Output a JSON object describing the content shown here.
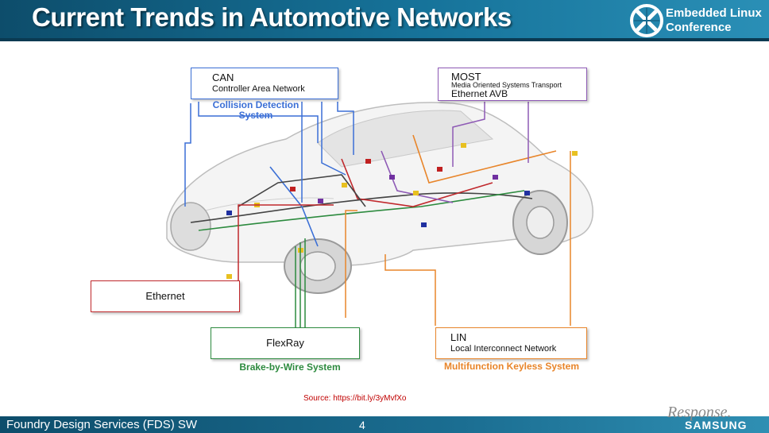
{
  "slide": {
    "title": "Current Trends in Automotive Networks",
    "page_number": "4",
    "source": "Source: https://bit.ly/3yMvfXo",
    "footer_org": "Foundry Design Services (FDS) SW",
    "watermark": "Response.",
    "brand": "SAMSUNG"
  },
  "conference_logo": {
    "line1": "Embedded Linux",
    "line2": "Conference",
    "icon": "elc-knot-icon"
  },
  "networks": {
    "can": {
      "line1": "CAN",
      "line2": "Controller Area Network",
      "caption": "Collision Detection\nSystem",
      "color": "#3b6fd6"
    },
    "most": {
      "line1": "MOST",
      "line2": "Media Oriented Systems Transport",
      "line3": "Ethernet AVB",
      "color": "#8e5ab5"
    },
    "ethernet": {
      "label": "Ethernet",
      "color": "#c0282c"
    },
    "flexray": {
      "label": "FlexRay",
      "caption": "Brake-by-Wire System",
      "color": "#2c8a3e"
    },
    "lin": {
      "line1": "LIN",
      "line2": "Local Interconnect Network",
      "caption": "Multifunction Keyless System",
      "color": "#e8852a"
    }
  }
}
